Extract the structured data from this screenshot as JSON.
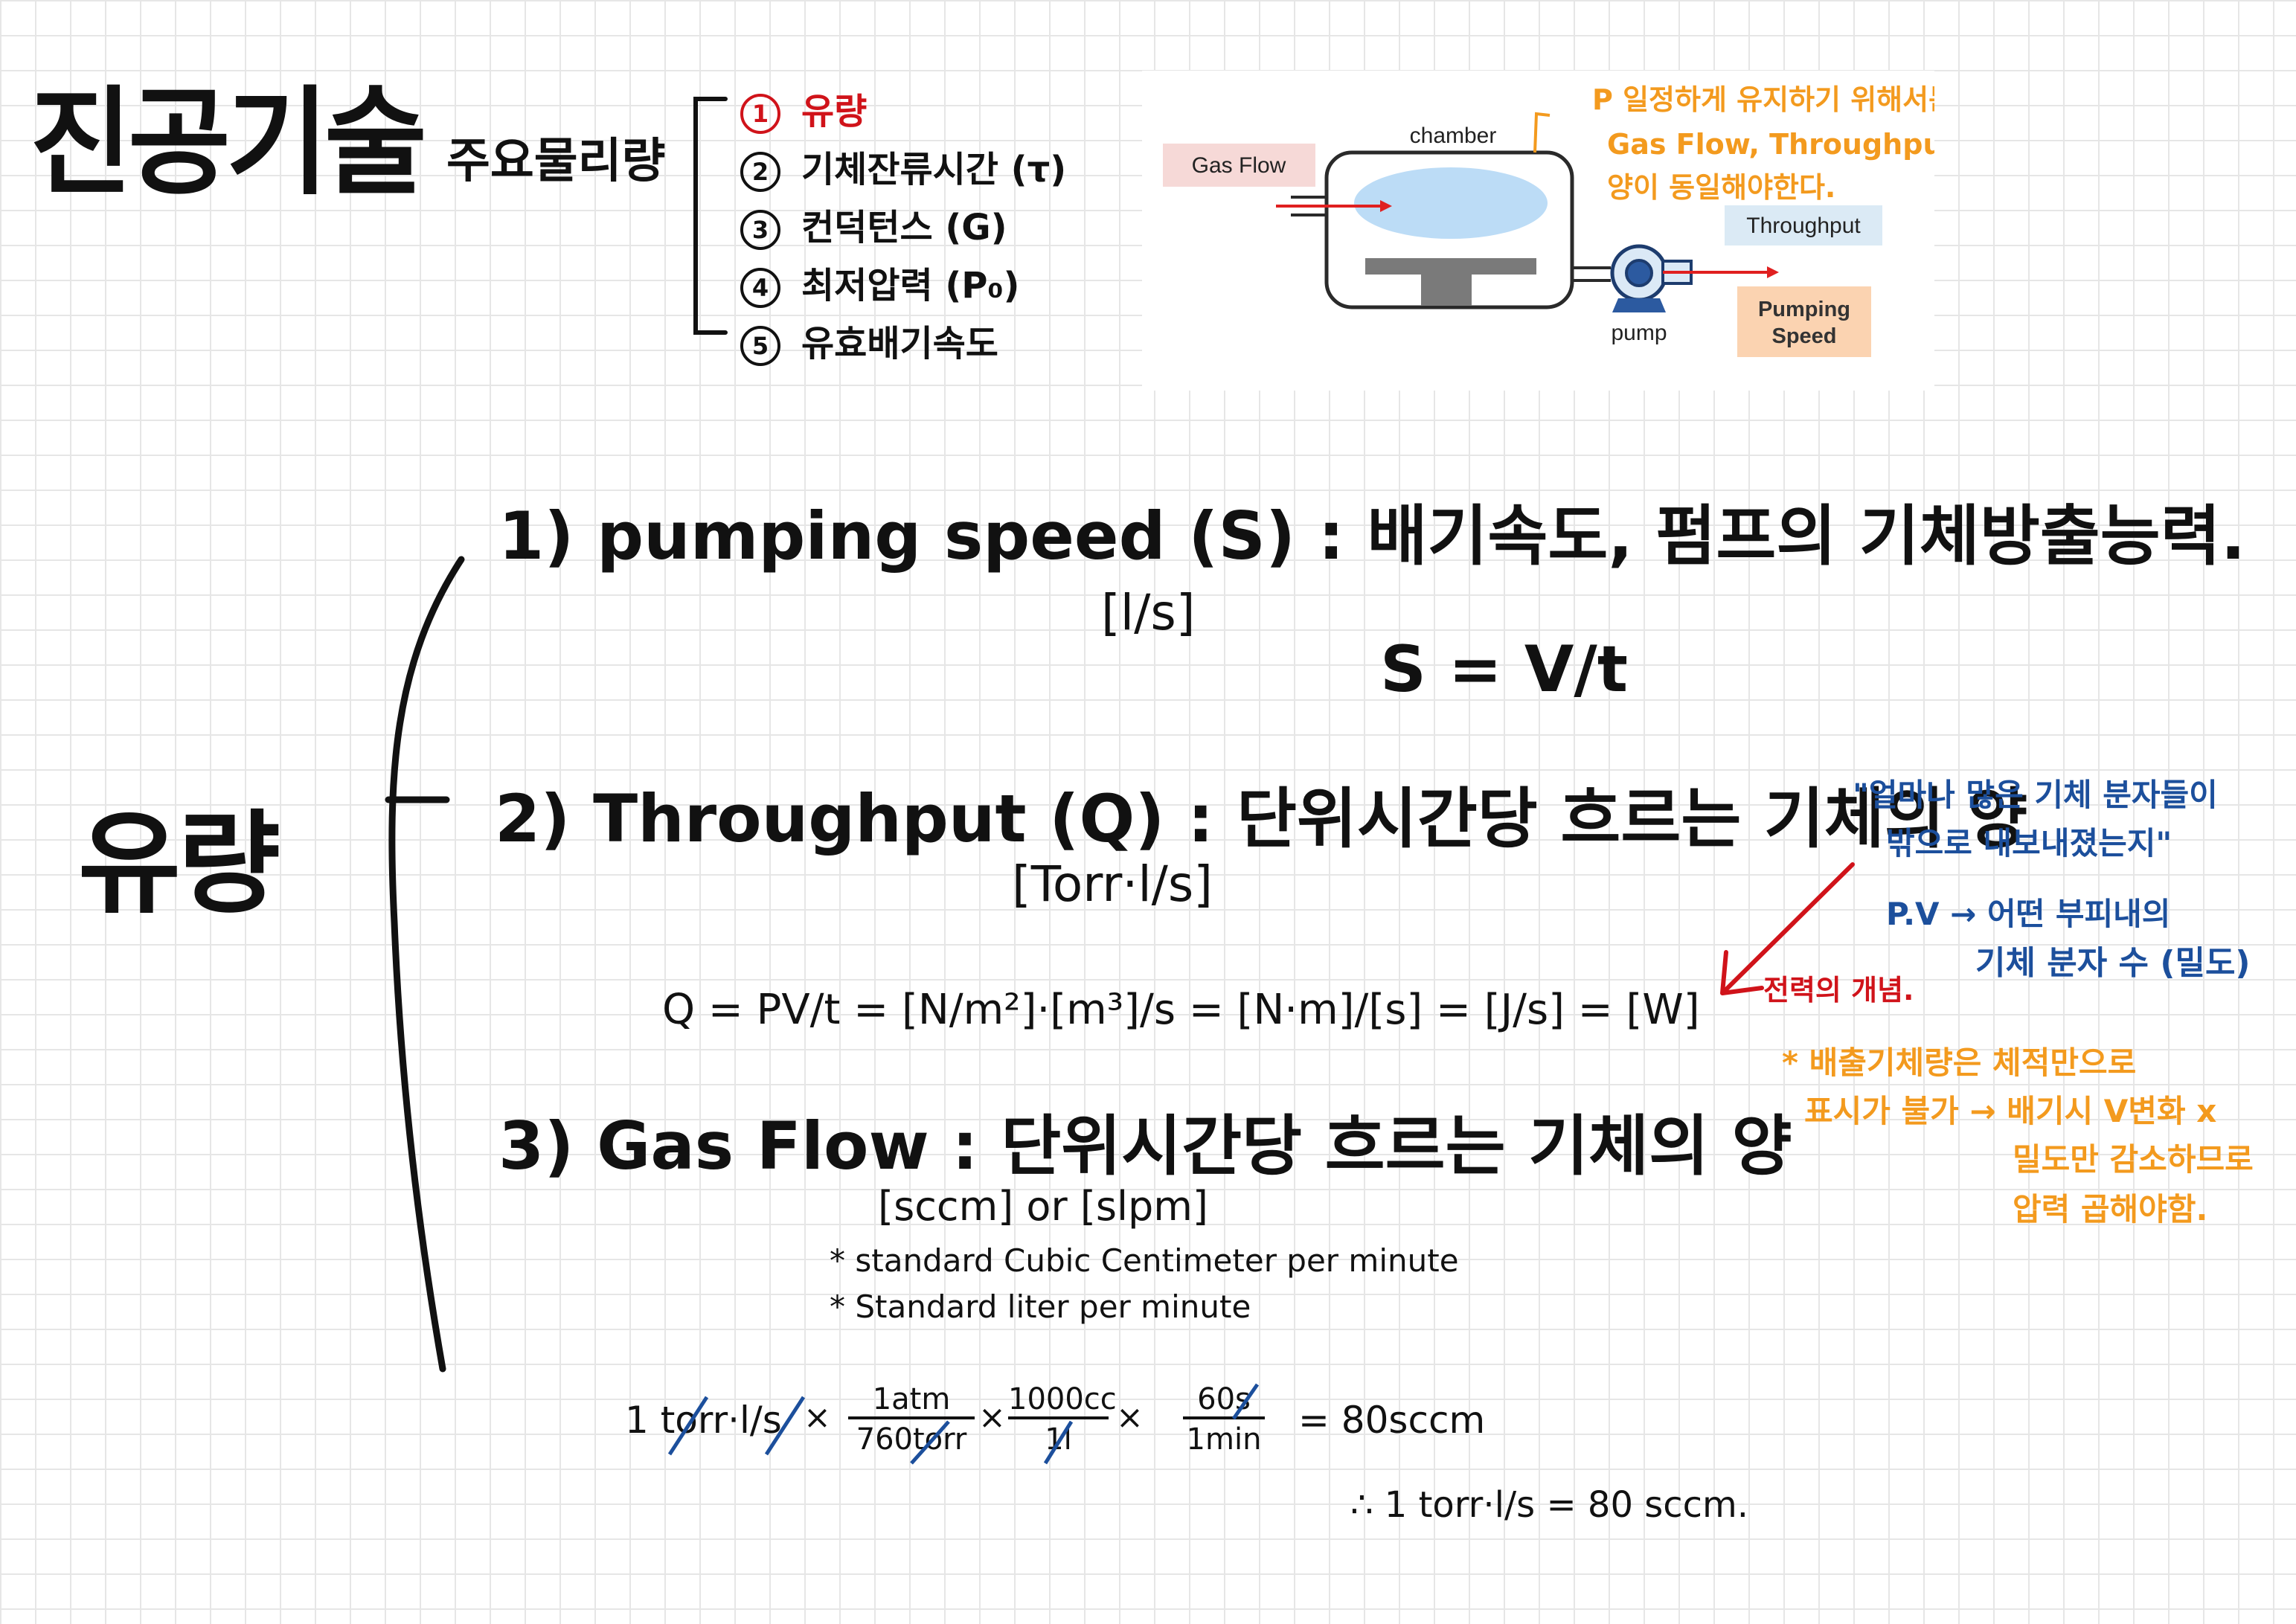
{
  "title": "진공기술",
  "quantities": {
    "heading": "주요물리량",
    "items": [
      {
        "num": "1",
        "label": "유량"
      },
      {
        "num": "2",
        "label": "기체잔류시간 (τ)"
      },
      {
        "num": "3",
        "label": "컨덕턴스 (G)"
      },
      {
        "num": "4",
        "label": "최저압력 (P₀)"
      },
      {
        "num": "5",
        "label": "유효배기속도"
      }
    ]
  },
  "diagram": {
    "gas_flow": "Gas Flow",
    "chamber": "chamber",
    "throughput": "Throughput",
    "pump": "pump",
    "pumping_speed_1": "Pumping",
    "pumping_speed_2": "Speed",
    "note_1": "P 일정하게 유지하기 위해서는",
    "note_2": "Gas Flow, Throughput의",
    "note_3": "양이 동일해야한다.",
    "colors": {
      "gas_box": "#f6d9d7",
      "throughput_box": "#dbeaf5",
      "pump_box": "#fbd3b1",
      "arrow": "#e02020",
      "note": "#f39a1e",
      "chamber": "#2a2a2a",
      "gas_cloud": "#bcdcf6"
    }
  },
  "side_title": "유량",
  "sections": {
    "s1": {
      "heading": "1) pumping speed (S) : 배기속도, 펌프의 기체방출능력.",
      "unit": "[l/s]",
      "formula": "S = V/t"
    },
    "s2": {
      "heading": "2) Throughput (Q) : 단위시간당 흐르는 기체의 양",
      "unit": "[Torr·l/s]",
      "formula": "Q = PV/t  = [N/m²]·[m³]/s  = [N·m]/[s]  = [J/s] = [W]",
      "note_red": "전력의 개념.",
      "note_blue_1": "\"얼마나 많은 기체 분자들이",
      "note_blue_2": "밖으로 내보내졌는지\"",
      "note_blue_3": "P.V → 어떤 부피내의",
      "note_blue_4": "기체 분자 수 (밀도)"
    },
    "s3": {
      "heading": "3) Gas Flow : 단위시간당 흐르는 기체의 양",
      "unit": "[sccm] or [slpm]",
      "def_1": "* standard Cubic Centimeter per minute",
      "def_2": "* Standard liter per minute",
      "note_orange_1": "* 배출기체량은 체적만으로",
      "note_orange_2": "표시가 불가 → 배기시 V변화 x",
      "note_orange_3": "밀도만 감소하므로",
      "note_orange_4": "압력 곱해야함."
    }
  },
  "conversion": {
    "lhs": "1 torr·l/s",
    "f1_num": "1atm",
    "f1_den": "760torr",
    "f2_num": "1000cc",
    "f2_den": "1l",
    "f3_num": "60s",
    "f3_den": "1min",
    "times": "×",
    "result": "= 80sccm",
    "conclusion": "∴ 1 torr·l/s  = 80 sccm."
  }
}
